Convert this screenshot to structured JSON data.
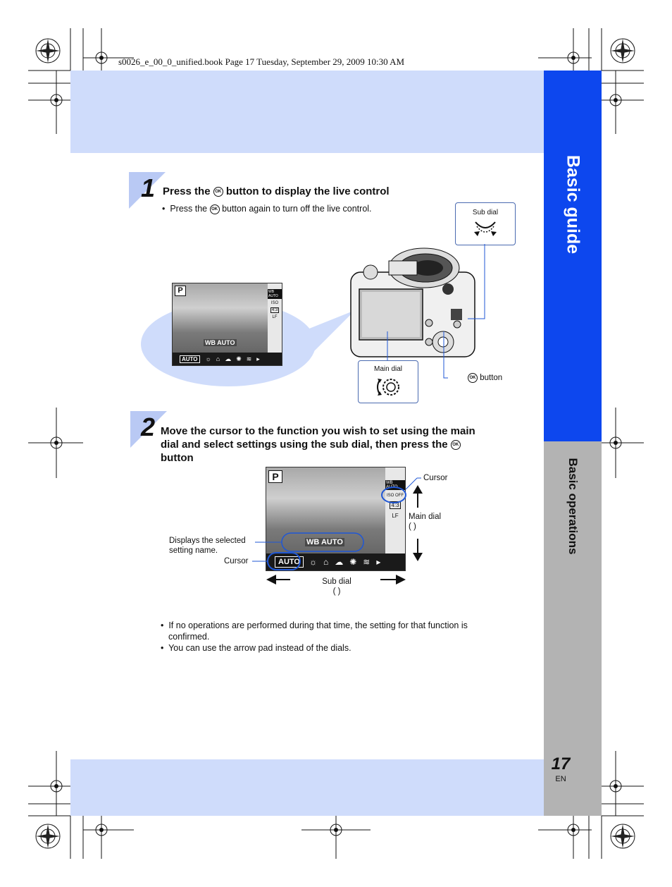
{
  "print_header": "s0026_e_00_0_unified.book  Page 17  Tuesday, September 29, 2009  10:30 AM",
  "sidebar": {
    "title": "Basic guide",
    "section": "Basic operations",
    "page_number": "17",
    "language": "EN"
  },
  "step1": {
    "number": "1",
    "heading_pre": "Press the",
    "heading_post": "button to display the live control",
    "bullet_pre": "Press the",
    "bullet_post": "button again to turn off the live control.",
    "ok_glyph": "OK"
  },
  "figure1": {
    "sub_dial_label": "Sub dial",
    "main_dial_label": "Main dial",
    "ok_button_label": "button",
    "lcd": {
      "mode": "P",
      "wb_tag": "WB AUTO",
      "bar_selected": "AUTO",
      "side_items": [
        "WB AUTO",
        "ISO",
        "4:3",
        "LF"
      ]
    }
  },
  "step2": {
    "number": "2",
    "heading_line1": "Move the cursor to the function you wish to set using the main",
    "heading_line2": "dial and select settings using the sub dial, then press the",
    "heading_line3": "button"
  },
  "figure2": {
    "cursor_top_label": "Cursor",
    "main_dial_label": "Main dial",
    "main_dial_paren": "(   )",
    "displays_label_line1": "Displays the selected",
    "displays_label_line2": "setting name.",
    "cursor_bottom_label": "Cursor",
    "sub_dial_label": "Sub dial",
    "sub_dial_paren": "(   )",
    "lcd": {
      "mode": "P",
      "wb_tag": "WB AUTO",
      "bar_selected": "AUTO",
      "side_items": [
        "WB AUTO",
        "ISO OFF",
        "4:3",
        "LF"
      ]
    }
  },
  "notes": [
    "If no operations are performed during that time, the setting for that function is",
    "confirmed.",
    "You can use the arrow pad instead of the dials."
  ]
}
